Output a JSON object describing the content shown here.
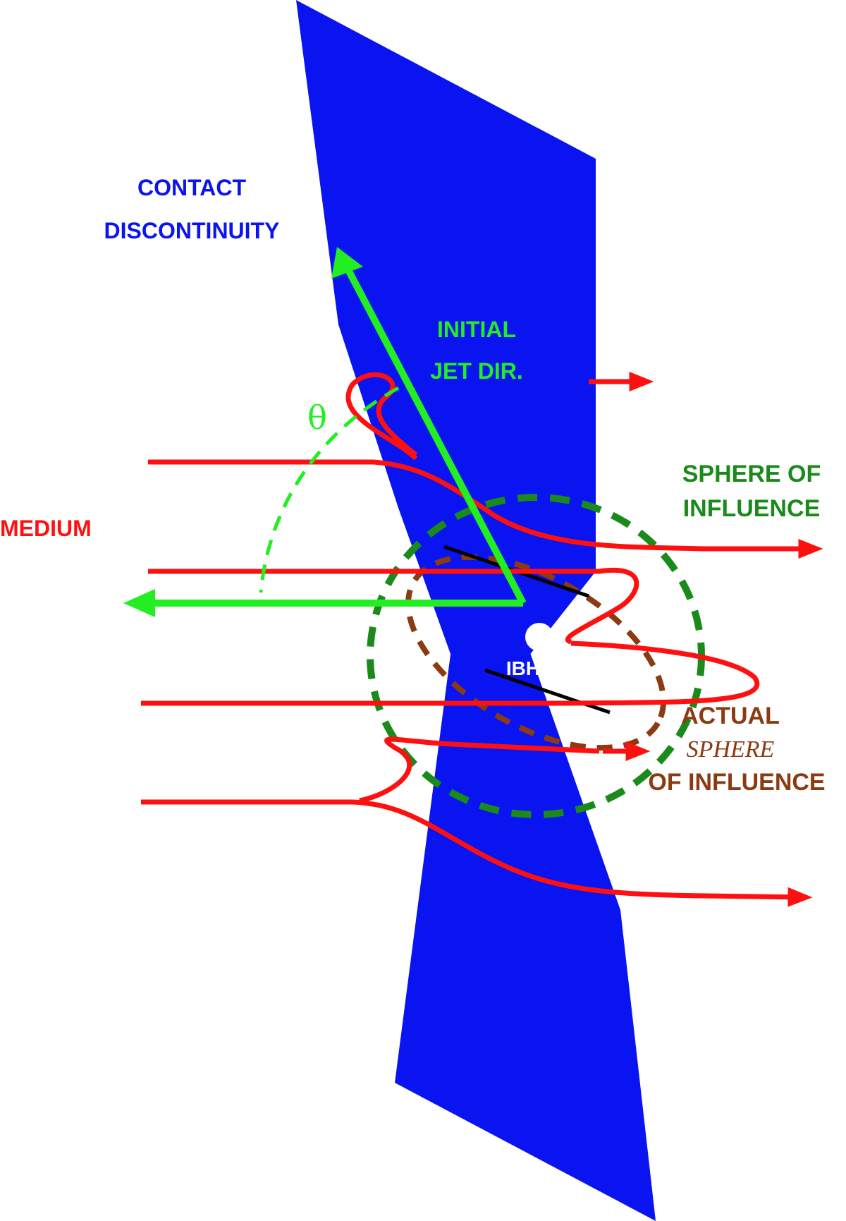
{
  "labels": {
    "contact_line1": "CONTACT",
    "contact_line2": "DISCONTINUITY",
    "initial_line1": "INITIAL",
    "initial_line2": "JET DIR.",
    "theta": "θ",
    "sphere_line1": "SPHERE OF",
    "sphere_line2": "INFLUENCE",
    "medium": "MEDIUM",
    "ibh": "IBH",
    "actual_line1": "ACTUAL",
    "actual_line2": "SPHERE",
    "actual_line3": "OF INFLUENCE"
  },
  "colors": {
    "jet": "#0a14f0",
    "medium": "#ff1010",
    "initial_jet": "#22ee22",
    "sphere": "#1a8a1a",
    "actual_sphere": "#8b3a12",
    "ibh": "#ffffff",
    "contact_text": "#0a14f0"
  }
}
